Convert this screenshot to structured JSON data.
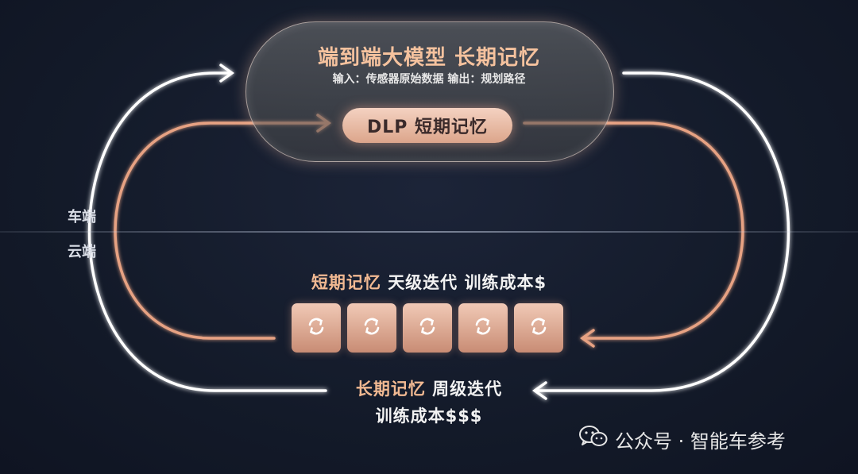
{
  "onboard_model": {
    "title": "端到端大模型 长期记忆",
    "subtitle": "输入：传感器原始数据  输出：规划路径"
  },
  "dlp": {
    "label": "DLP 短期记忆"
  },
  "divider_labels": {
    "vehicle": "车端",
    "cloud": "云端"
  },
  "short_term_loop": {
    "label": "短期记忆",
    "iteration": "天级迭代",
    "cost": "训练成本$"
  },
  "long_term_loop": {
    "label": "长期记忆",
    "iteration": "周级迭代",
    "cost": "训练成本$$$"
  },
  "iteration_tiles": [
    {
      "icon": "refresh-icon"
    },
    {
      "icon": "refresh-icon"
    },
    {
      "icon": "refresh-icon"
    },
    {
      "icon": "refresh-icon"
    },
    {
      "icon": "refresh-icon"
    }
  ],
  "watermark": {
    "text": "公众号 · 智能车参考",
    "icon": "wechat-icon"
  },
  "colors": {
    "background": "#151b2b",
    "short_loop": "#e7a283",
    "long_loop": "#ffffff",
    "accent_text": "#f1b992"
  }
}
